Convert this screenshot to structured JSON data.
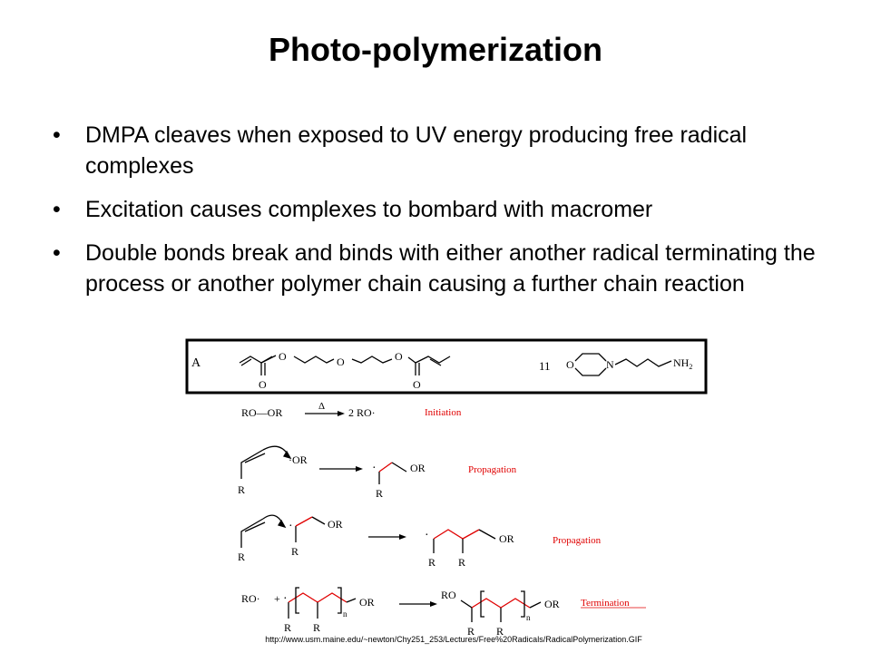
{
  "slide": {
    "title": "Photo-polymerization",
    "bullets": [
      "DMPA cleaves when exposed to UV energy producing free radical complexes",
      "Excitation causes complexes to bombard with macromer",
      "Double bonds break and binds with either another radical terminating the process or another polymer chain causing a further chain reaction"
    ],
    "bullet_symbol": "•",
    "source_url": "http://www.usm.maine.edu/~newton/Chy251_253/Lectures/Free%20Radicals/RadicalPolymerization.GIF"
  },
  "figure": {
    "box_label": "A",
    "box_number": "11",
    "O": "O",
    "N": "N",
    "NH2": "NH",
    "NH2_sub": "2",
    "R": "R",
    "OR": "OR",
    "RO": "RO",
    "RO_dot": "RO·",
    "initiation_left": "RO—OR",
    "initiation_right": "2 RO·",
    "delta": "Δ",
    "n": "n",
    "labels": {
      "initiation": "Initiation",
      "propagation": "Propagation",
      "termination": "Termination"
    },
    "accent_color": "#e00000"
  }
}
